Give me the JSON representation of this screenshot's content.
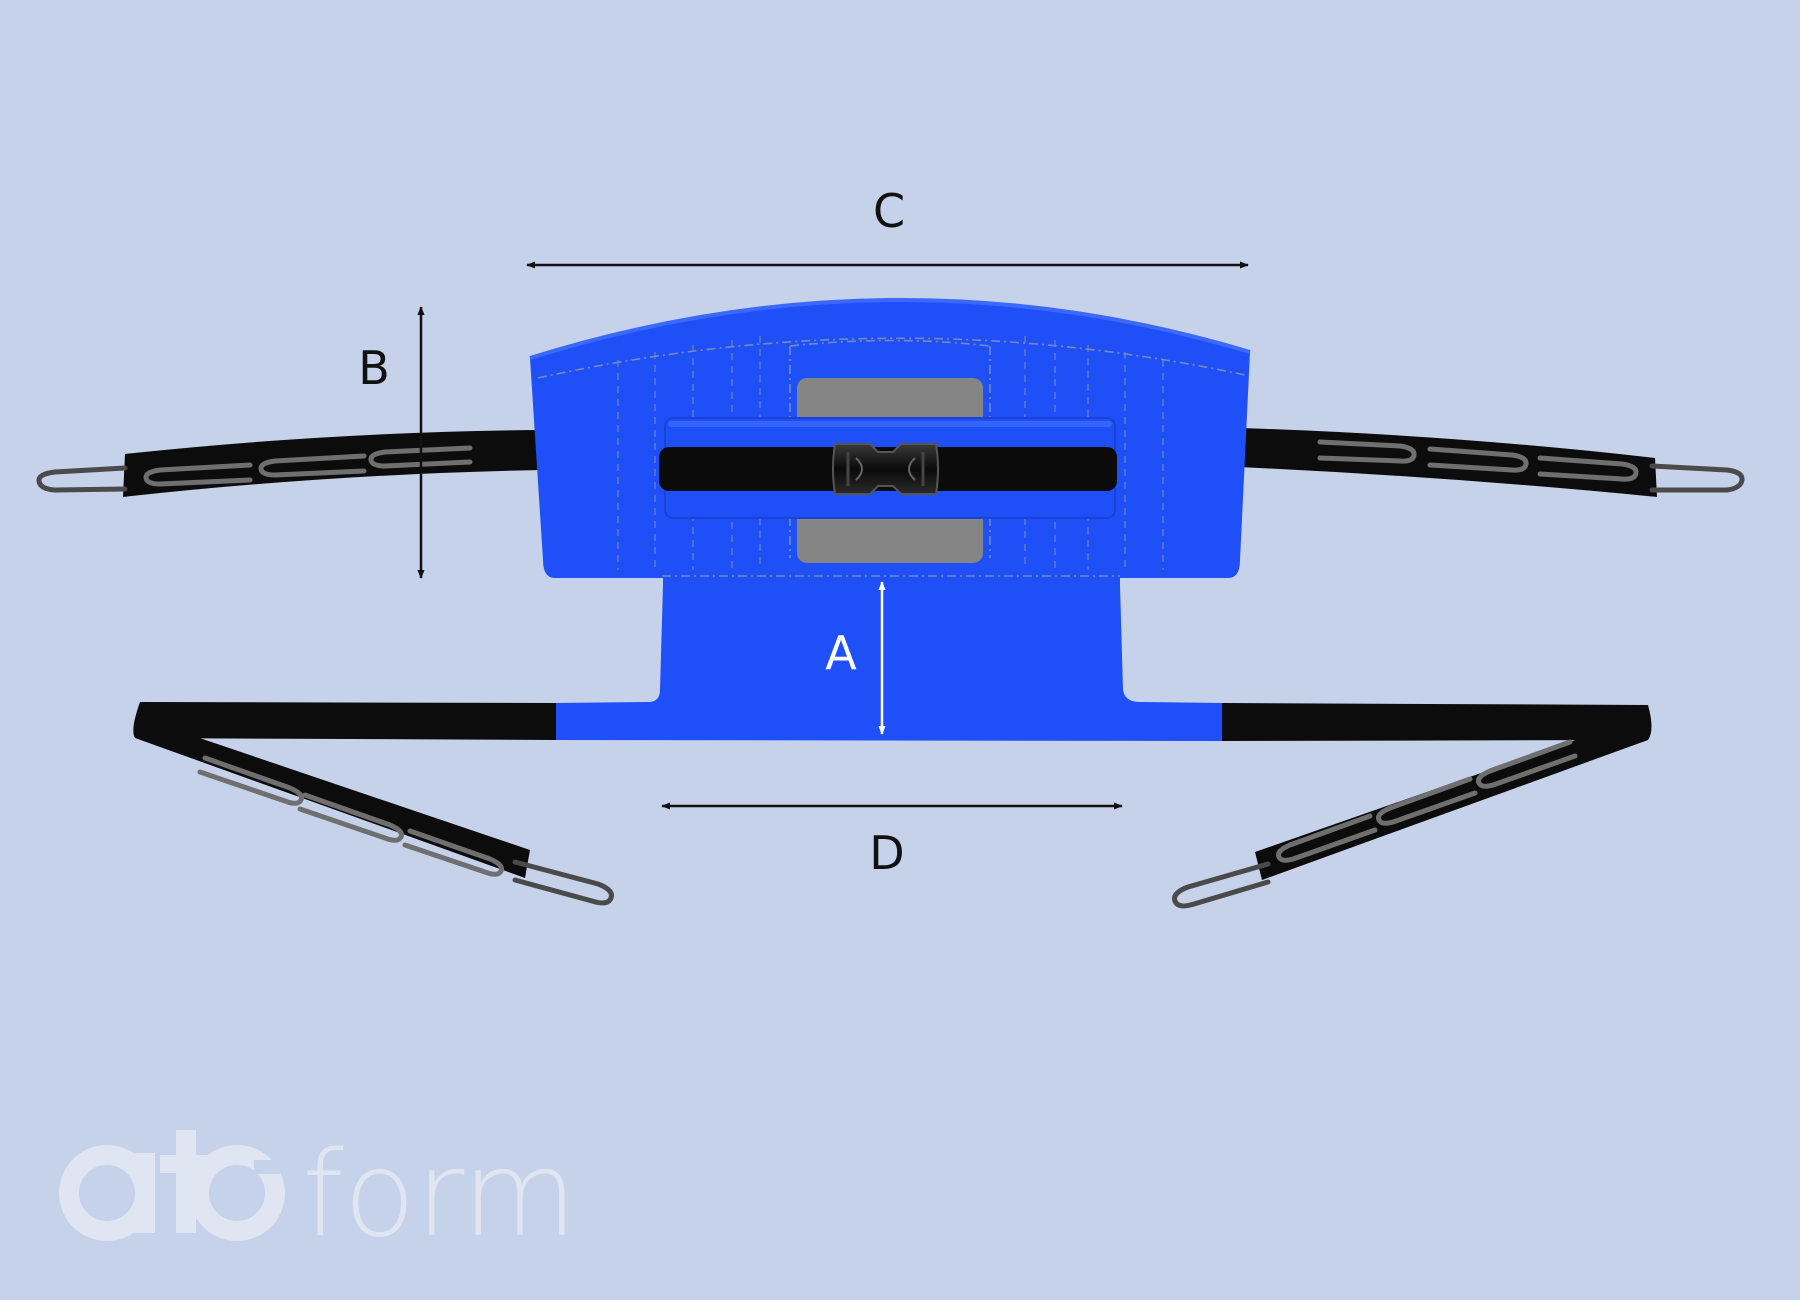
{
  "diagram": {
    "dimensions": [
      {
        "id": "A",
        "label": "A"
      },
      {
        "id": "B",
        "label": "B"
      },
      {
        "id": "C",
        "label": "C"
      },
      {
        "id": "D",
        "label": "D"
      }
    ]
  },
  "watermark": {
    "brand": "ato",
    "word": "form"
  },
  "colors": {
    "background": "#c5d2ea",
    "sling_blue": "#1f4ff7",
    "strap": "#0c0c0c",
    "loop": "#6f6f6f",
    "pad": "#858585",
    "arrow_dark": "#111111",
    "arrow_light": "#ffffff",
    "watermark": "#dfe6f2"
  }
}
